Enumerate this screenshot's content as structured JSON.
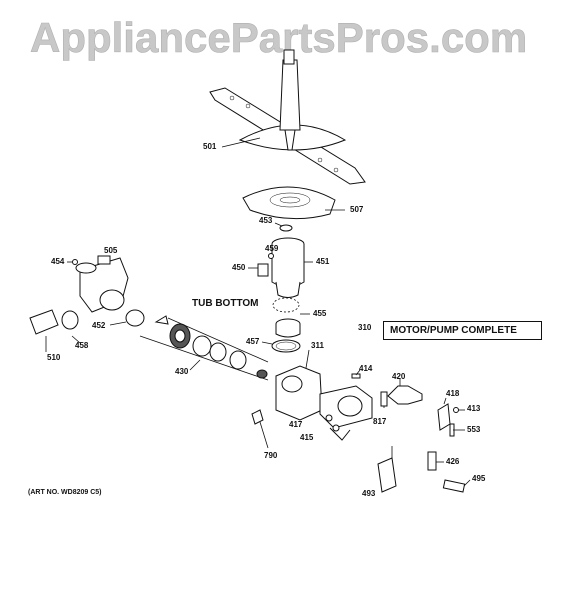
{
  "watermark": {
    "text": "AppliancePartsPros.com"
  },
  "labels": {
    "tub_bottom": "TUB BOTTOM",
    "motor_pump_complete": "MOTOR/PUMP COMPLETE",
    "art_no": "(ART NO. WD8209 C5)"
  },
  "callouts": {
    "p501": "501",
    "p507": "507",
    "p453": "453",
    "p459": "459",
    "p450": "450",
    "p451": "451",
    "p454": "454",
    "p505": "505",
    "p455": "455",
    "p310": "310",
    "p452": "452",
    "p458": "458",
    "p510": "510",
    "p457": "457",
    "p311": "311",
    "p430": "430",
    "p414": "414",
    "p420": "420",
    "p418": "418",
    "p413": "413",
    "p553": "553",
    "p817": "817",
    "p417": "417",
    "p415": "415",
    "p790": "790",
    "p426": "426",
    "p495": "495",
    "p493": "493"
  },
  "colors": {
    "watermark": "#c8c8c8",
    "ink": "#111111"
  }
}
